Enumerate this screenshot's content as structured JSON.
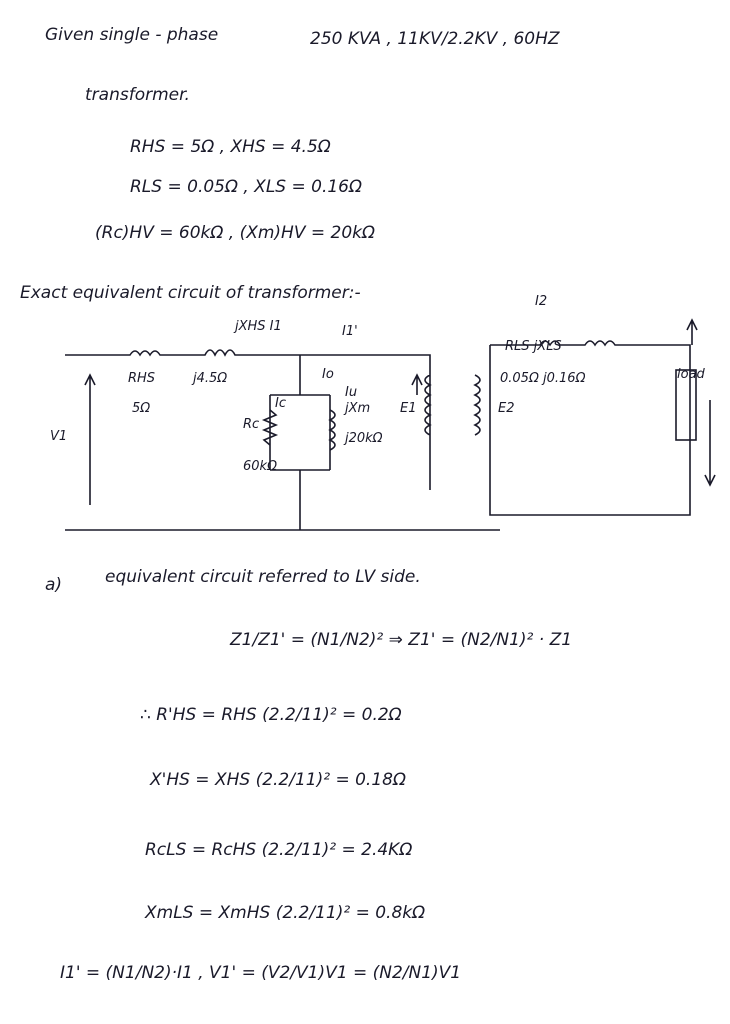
{
  "given": {
    "line1": "Given single - phase",
    "rating": "250 KVA ,  11KV/2.2KV ,  60HZ",
    "line2": "transformer.",
    "r_hs": "RHS = 5Ω ,  XHS = 4.5Ω",
    "r_ls": "RLS = 0.05Ω ,  XLS = 0.16Ω",
    "core": "(Rc)HV = 60kΩ ,  (Xm)HV = 20kΩ"
  },
  "circuit": {
    "title": "Exact equivalent circuit of transformer:-",
    "jxhs": "jXHS  I1",
    "i1p": "I1'",
    "rhs": "RHS",
    "rhs_val": "5Ω",
    "jxhs_val": "j4.5Ω",
    "io": "Io",
    "iu": "Iu",
    "ic": "Ic",
    "rc": "Rc",
    "rc_val": "60kΩ",
    "jxm": "jXm",
    "jxm_val": "j20kΩ",
    "e1": "E1",
    "e2": "E2",
    "v1": "V1",
    "i2": "I2",
    "rls": "RLS  jXLS",
    "rls_val": "0.05Ω  j0.16Ω",
    "load": "load"
  },
  "part_a": {
    "label": "a)",
    "heading": "equivalent circuit referred to  LV side.",
    "ratio": "Z1/Z1' = (N1/N2)²  ⇒  Z1' = (N2/N1)² · Z1",
    "rhs": "∴ R'HS  =  RHS (2.2/11)²  =   0.2Ω",
    "xhs": "X'HS  =  XHS (2.2/11)²  =   0.18Ω",
    "rcls": "RcLS  =  RcHS (2.2/11)²  =   2.4KΩ",
    "xmls": "XmLS  =  XmHS (2.2/11)²  =   0.8kΩ",
    "final": "I1' = (N1/N2)·I1 ,   V1' = (V2/V1)V1 = (N2/N1)V1"
  }
}
